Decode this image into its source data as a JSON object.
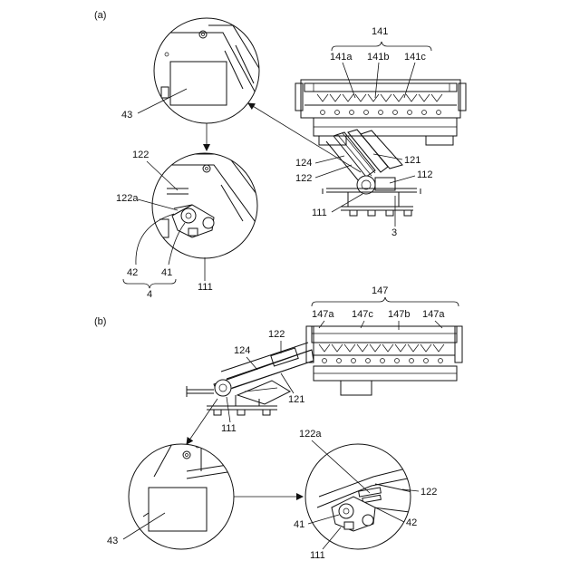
{
  "panels": {
    "a": "(a)",
    "b": "(b)"
  },
  "labels_a": {
    "141": "141",
    "141a": "141a",
    "141b": "141b",
    "141c": "141c",
    "121": "121",
    "124": "124",
    "122": "122",
    "112": "112",
    "111": "111",
    "3": "3",
    "43": "43",
    "122_zoom": "122",
    "122a": "122a",
    "42": "42",
    "41": "41",
    "4": "4",
    "111_zoom": "111"
  },
  "labels_b": {
    "147": "147",
    "147a_left": "147a",
    "147c": "147c",
    "147b": "147b",
    "147a_right": "147a",
    "124": "124",
    "122": "122",
    "121": "121",
    "111": "111",
    "43": "43",
    "122a": "122a",
    "122_zoom": "122",
    "41": "41",
    "42": "42",
    "111_zoom": "111"
  }
}
